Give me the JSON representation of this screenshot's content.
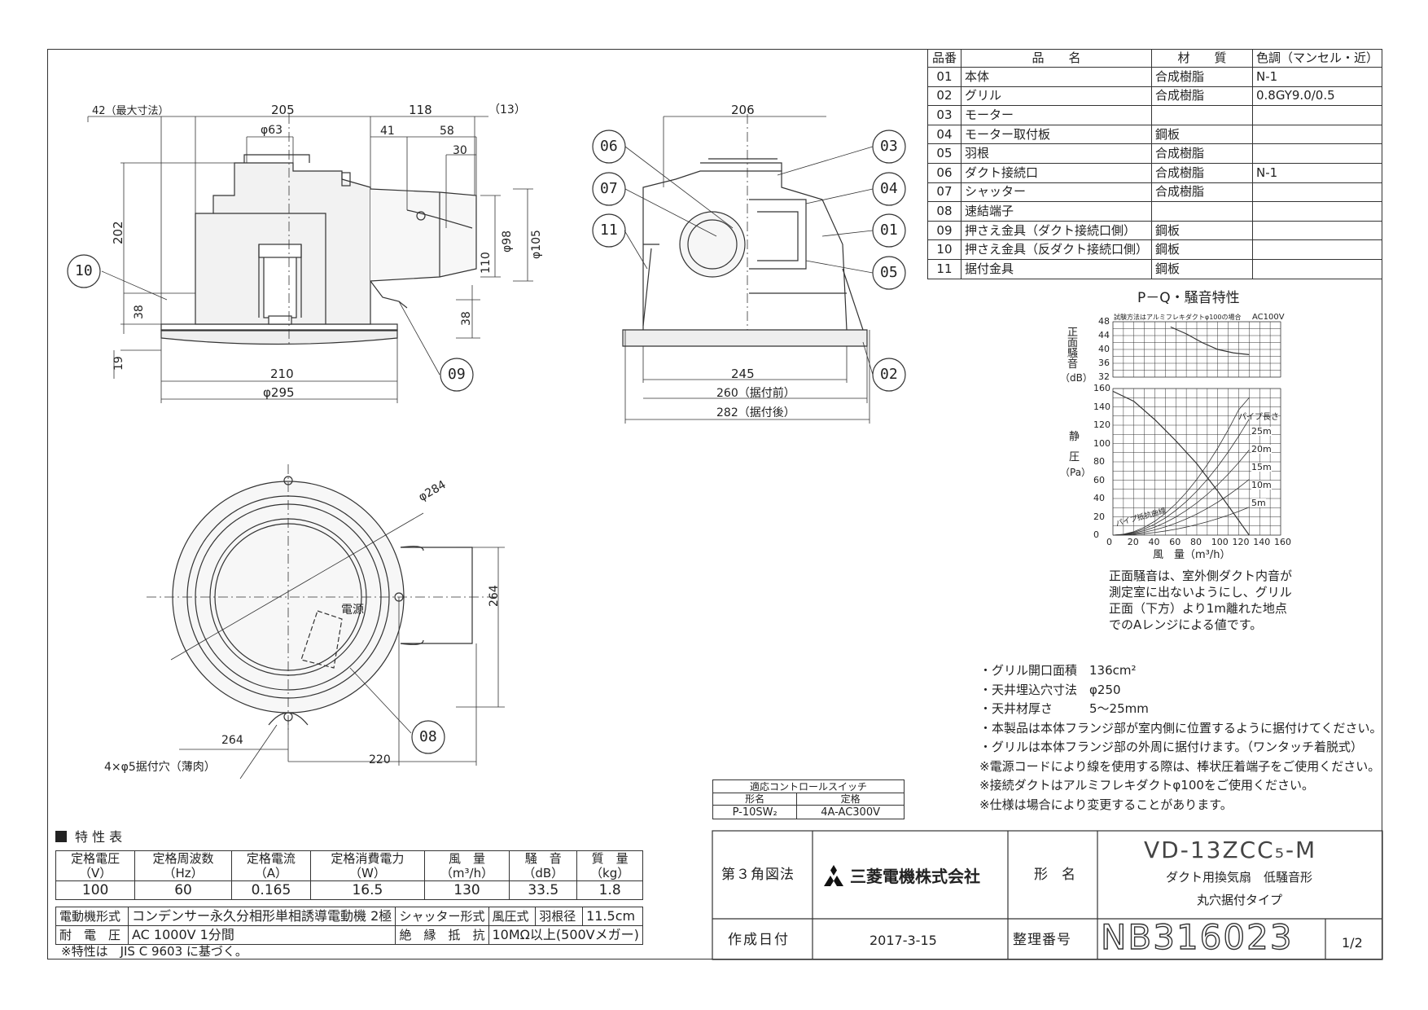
{
  "parts_table": {
    "headers": [
      "品番",
      "品　　名",
      "材　　質",
      "色調（マンセル・近）"
    ],
    "rows": [
      [
        "01",
        "本体",
        "合成樹脂",
        "N-1"
      ],
      [
        "02",
        "グリル",
        "合成樹脂",
        "0.8GY9.0/0.5"
      ],
      [
        "03",
        "モーター",
        "",
        ""
      ],
      [
        "04",
        "モーター取付板",
        "鋼板",
        ""
      ],
      [
        "05",
        "羽根",
        "合成樹脂",
        ""
      ],
      [
        "06",
        "ダクト接続口",
        "合成樹脂",
        "N-1"
      ],
      [
        "07",
        "シャッター",
        "合成樹脂",
        ""
      ],
      [
        "08",
        "速結端子",
        "",
        ""
      ],
      [
        "09",
        "押さえ金具（ダクト接続口側）",
        "鋼板",
        ""
      ],
      [
        "10",
        "押さえ金具（反ダクト接続口側）",
        "鋼板",
        ""
      ],
      [
        "11",
        "据付金具",
        "鋼板",
        ""
      ]
    ]
  },
  "dimensions": {
    "front": [
      "42（最大寸法）",
      "205",
      "118",
      "（13）",
      "φ63",
      "41",
      "58",
      "30",
      "202",
      "38",
      "19",
      "210",
      "φ295",
      "110",
      "φ98",
      "φ105",
      "38"
    ],
    "side": [
      "206",
      "245",
      "260（据付前）",
      "282（据付後）"
    ],
    "bottom": [
      "φ284",
      "264",
      "264",
      "220",
      "4×φ5据付穴（薄肉）",
      "電源"
    ]
  },
  "callouts": [
    "01",
    "02",
    "03",
    "04",
    "05",
    "06",
    "07",
    "08",
    "09",
    "10",
    "11"
  ],
  "pq_chart": {
    "title": "P－Q・騒音特性",
    "noise_note": "試験方法はアルミフレキダクトφ100の場合",
    "supply": "AC100V",
    "noise_label": [
      "正",
      "面",
      "騒",
      "音"
    ],
    "noise_unit": "（dB）",
    "noise_ticks": [
      "48",
      "44",
      "40",
      "36",
      "32"
    ],
    "pressure_label": [
      "静",
      "圧"
    ],
    "pressure_unit": "（Pa）",
    "pressure_ticks": [
      "160",
      "140",
      "120",
      "100",
      "80",
      "60",
      "40",
      "20",
      "0"
    ],
    "x_ticks": [
      "0",
      "20",
      "40",
      "60",
      "80",
      "100",
      "120",
      "140",
      "160"
    ],
    "x_label": "風　量（m³/h）",
    "pipe_label": "パイプ長さ",
    "pipe_lengths": [
      "25m",
      "20m",
      "15m",
      "10m",
      "5m"
    ],
    "pipe_curve_label": "パイプ抵抗曲線"
  },
  "chart_data": {
    "type": "line",
    "series": [
      {
        "name": "騒音",
        "x": [
          55,
          70,
          85,
          100,
          115,
          130
        ],
        "y": [
          46.5,
          44.5,
          42,
          40,
          39,
          38.5
        ]
      },
      {
        "name": "静圧",
        "x": [
          0,
          20,
          40,
          60,
          80,
          100,
          120,
          130
        ],
        "y": [
          157,
          146,
          126,
          103,
          78,
          48,
          16,
          0
        ]
      }
    ],
    "xlabel": "風　量（m³/h）",
    "xlim": [
      0,
      160
    ],
    "ylim": [
      0,
      160
    ],
    "noise_ylim": [
      32,
      48
    ]
  },
  "notes": {
    "noise_desc": [
      "正面騒音は、室外側ダクト内音が",
      "測定室に出ないようにし、グリル",
      "正面（下方）より1m離れた地点",
      "でのAレンジによる値です。"
    ],
    "specs": [
      "・グリル開口面積　136cm²",
      "・天井埋込穴寸法　φ250",
      "・天井材厚さ　　　5～25mm",
      "・本製品は本体フランジ部が室内側に位置するように据付けてください。",
      "・グリルは本体フランジ部の外周に据付けます。（ワンタッチ着脱式）",
      "※電源コードにより線を使用する際は、棒状圧着端子をご使用ください。",
      "※接続ダクトはアルミフレキダクトφ100をご使用ください。",
      "※仕様は場合により変更することがあります。"
    ]
  },
  "switch_table": {
    "title": "適応コントロールスイッチ",
    "headers": [
      "形名",
      "定格"
    ],
    "row": [
      "P-10SW₂",
      "4A-AC300V"
    ]
  },
  "char_table": {
    "title": "特 性 表",
    "headers": [
      [
        "定格電圧",
        "（V）"
      ],
      [
        "定格周波数",
        "（Hz）"
      ],
      [
        "定格電流",
        "（A）"
      ],
      [
        "定格消費電力",
        "（W）"
      ],
      [
        "風　量",
        "（m³/h）"
      ],
      [
        "騒　音",
        "（dB）"
      ],
      [
        "質　量",
        "（kg）"
      ]
    ],
    "values": [
      "100",
      "60",
      "0.165",
      "16.5",
      "130",
      "33.5",
      "1.8"
    ],
    "motor_label": "電動機形式",
    "motor_value": "コンデンサー永久分相形単相誘導電動機 2極",
    "shutter_label": "シャッター形式",
    "shutter_value": "風圧式",
    "blade_label": "羽根径",
    "blade_value": "11.5cm",
    "voltage_label": "耐　電　圧",
    "voltage_value": "AC 1000V 1分間",
    "insulation_label": "絶　縁　抵　抗",
    "insulation_value": "10MΩ以上(500Vメガー)",
    "footnote": "※特性は　JIS C 9603 に基づく。"
  },
  "title_block": {
    "projection": "第３角図法",
    "company": "三菱電機株式会社",
    "model_label": "形　名",
    "model": "VD-13ZCC₅-M",
    "desc1": "ダクト用換気扇　低騒音形",
    "desc2": "丸穴据付タイプ",
    "date_label": "作成日付",
    "date": "2017-3-15",
    "number_label": "整理番号",
    "number": "NB316023",
    "page": "1/2"
  }
}
